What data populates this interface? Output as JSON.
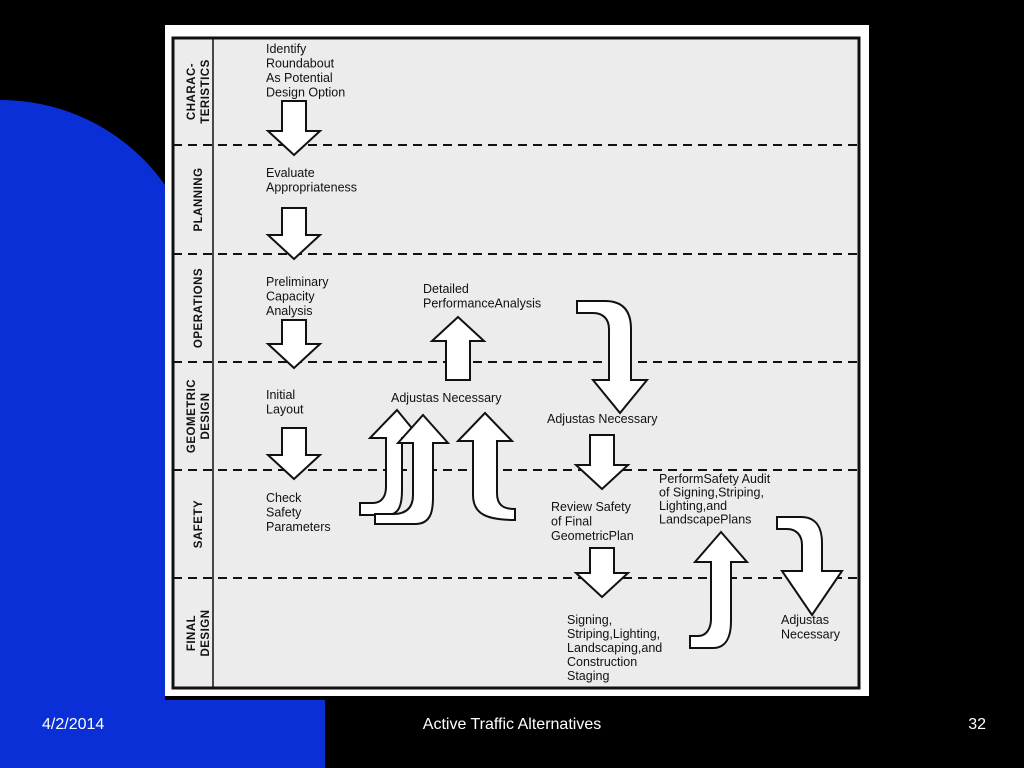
{
  "slide": {
    "date": "4/2/2014",
    "title": "Active Traffic Alternatives",
    "page_number": "32"
  },
  "colors": {
    "background": "#000000",
    "accent_blue": "#0a2fd6",
    "lane_fill": "#ececec",
    "ink": "#111111"
  },
  "lanes": [
    {
      "label_lines": [
        "CHARAC-",
        "TERISTICS"
      ]
    },
    {
      "label_lines": [
        "PLANNING"
      ]
    },
    {
      "label_lines": [
        "OPERATIONS"
      ]
    },
    {
      "label_lines": [
        "GEOMETRIC",
        "DESIGN"
      ]
    },
    {
      "label_lines": [
        "SAFETY"
      ]
    },
    {
      "label_lines": [
        "FINAL",
        "DESIGN"
      ]
    }
  ],
  "nodes": {
    "identify": [
      "Identify",
      "Roundabout",
      "As Potential",
      "Design Option"
    ],
    "evaluate": [
      "Evaluate",
      "Appropriateness"
    ],
    "preliminary": [
      "Preliminary",
      "Capacity",
      "Analysis"
    ],
    "detailed": [
      "Detailed",
      "PerformanceAnalysis"
    ],
    "initial": [
      "Initial",
      "Layout"
    ],
    "adjust_left": [
      "Adjustas Necessary"
    ],
    "adjust_right": [
      "Adjustas Necessary"
    ],
    "check": [
      "Check",
      "Safety",
      "Parameters"
    ],
    "review": [
      "Review Safety",
      "of Final",
      "GeometricPlan"
    ],
    "audit": [
      "PerformSafety Audit",
      "of Signing,Striping,",
      "Lighting,and",
      "LandscapePlans"
    ],
    "signing": [
      "Signing,",
      "Striping,Lighting,",
      "Landscaping,and",
      "Construction",
      "Staging"
    ],
    "adjust_final": [
      "Adjustas",
      "Necessary"
    ]
  }
}
